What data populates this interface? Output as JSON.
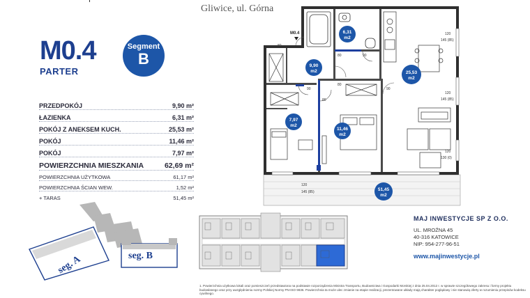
{
  "header": {
    "address": "Gliwice, ul. Górna"
  },
  "unit": {
    "code": "M0.4",
    "floor": "PARTER",
    "segment_word": "Segment",
    "segment_letter": "B"
  },
  "areas": [
    {
      "name": "PRZEDPOKÓJ",
      "value": "9,90 m²"
    },
    {
      "name": "ŁAZIENKA",
      "value": "6,31 m²"
    },
    {
      "name": "POKÓJ Z ANEKSEM KUCH.",
      "value": "25,53 m²"
    },
    {
      "name": "POKÓJ",
      "value": "11,46 m²"
    },
    {
      "name": "POKÓJ",
      "value": "7,97 m²"
    }
  ],
  "total": {
    "name": "POWIERZCHNIA MIESZKANIA",
    "value": "62,69 m²"
  },
  "extra": [
    {
      "name": "POWIERZCHNIA UŻYTKOWA",
      "value": "61,17 m²"
    },
    {
      "name": "POWIERZCHNIA ŚCIAN WEW.",
      "value": "1,52 m²"
    },
    {
      "name": "+ TARAS",
      "value": "51,45 m²"
    }
  ],
  "plan": {
    "tag": "M0.4",
    "rooms": [
      {
        "value": "6,31",
        "unit": "m2"
      },
      {
        "value": "9,90",
        "unit": "m2"
      },
      {
        "value": "25,53",
        "unit": "m2"
      },
      {
        "value": "7,97",
        "unit": "m2"
      },
      {
        "value": "11,46",
        "unit": "m2"
      },
      {
        "value": "51,45",
        "unit": "m2"
      }
    ],
    "dims": [
      "120",
      "145 (85)",
      "120",
      "145 (85)",
      "120",
      "130 (0)",
      "80",
      "90",
      "80",
      "90",
      "80",
      "90",
      "80",
      "120",
      "145 (85)"
    ]
  },
  "site": {
    "seg_a": "seg. A",
    "seg_b": "seg. B"
  },
  "company": {
    "name": "MAJ INWESTYCJE SP Z O.O.",
    "street": "UL. MROŹNA 45",
    "city": "40-316 KATOWICE",
    "nip": "NIP: 954-277-96-51",
    "web": "www.majinwestycje.pl"
  },
  "footnote": "1. Powierzchnia użytkowa lokali oraz pomieszczeń przedstawiona na podstawie rozporządzenia Ministra Transportu, Budownictwa i Gospodarki Morskiej z dnia 25.04.2012 r. w sprawie szczegółowego zakresu i formy projektu budowlanego oraz przy uwzględnieniu normy Polskiej Normy PN-ISO 9836. Powierzchnia ta może ulec zmianie na etapie realizacji, prezentowane układy mają charakter poglądowy i nie stanowią oferty w rozumieniu przepisów kodeksu cywilnego."
}
